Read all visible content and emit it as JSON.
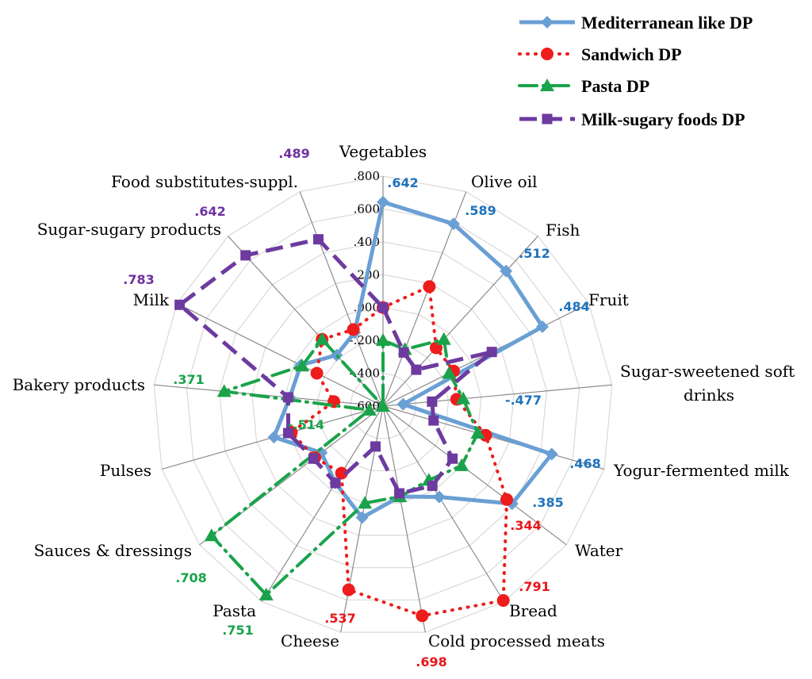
{
  "chart_data": {
    "type": "radar",
    "categories": [
      "Vegetables",
      "Olive oil",
      "Fish",
      "Fruit",
      [
        "Sugar-sweetened soft",
        "drinks"
      ],
      "Yogur-fermented milk",
      "Water",
      "Bread",
      "Cold processed meats",
      "Cheese",
      "Pasta",
      "Sauces & dressings",
      "Pulses",
      "Bakery products",
      "Milk",
      "Sugar-sugary products",
      "Food substitutes-suppl."
    ],
    "rlim": [
      -0.6,
      0.8
    ],
    "ticks": [
      ".800",
      ".600",
      ".400",
      ".200",
      ".000",
      "-.200",
      "-.400",
      "-.600"
    ],
    "tick_values": [
      0.8,
      0.6,
      0.4,
      0.2,
      0.0,
      -0.2,
      -0.4,
      -0.6
    ],
    "grid": true,
    "legend_position": "top-right",
    "series": [
      {
        "name": "Mediterranean like DP",
        "color": "#6a9fd4",
        "label_color": "#1f73bd",
        "marker": "diamond",
        "values": [
          0.642,
          0.589,
          0.512,
          0.484,
          -0.477,
          0.468,
          0.385,
          0.05,
          -0.04,
          0.09,
          -0.05,
          -0.13,
          0.09,
          -0.03,
          -0.04,
          -0.18,
          -0.12
        ]
      },
      {
        "name": "Sandwich DP",
        "color": "#ee1c1c",
        "label_color": "#e8161b",
        "marker": "circle",
        "values": [
          0.0,
          0.18,
          -0.12,
          -0.12,
          -0.15,
          0.05,
          0.344,
          0.791,
          0.698,
          0.537,
          -0.12,
          -0.08,
          -0.02,
          -0.3,
          -0.15,
          -0.05,
          -0.1
        ]
      },
      {
        "name": "Pasta DP",
        "color": "#1aa34a",
        "label_color": "#1aa34a",
        "marker": "triangle",
        "values": [
          -0.2,
          -0.23,
          -0.05,
          -0.15,
          -0.11,
          0.0,
          0.0,
          -0.07,
          -0.04,
          0.0,
          0.751,
          0.708,
          -0.514,
          0.371,
          -0.05,
          -0.05,
          -0.6
        ]
      },
      {
        "name": "Milk-sugary foods DP",
        "color": "#6d3aa0",
        "label_color": "#7030a0",
        "marker": "square",
        "values": [
          0.0,
          -0.25,
          -0.3,
          0.14,
          -0.3,
          -0.28,
          -0.07,
          -0.03,
          -0.06,
          -0.35,
          -0.05,
          -0.07,
          0.0,
          -0.02,
          0.783,
          0.642,
          0.489
        ]
      }
    ],
    "value_labels": [
      {
        "text": ".642",
        "series": 0
      },
      {
        "text": ".589",
        "series": 0
      },
      {
        "text": ".512",
        "series": 0
      },
      {
        "text": ".484",
        "series": 0
      },
      {
        "text": "-.477",
        "series": 0
      },
      {
        "text": ".468",
        "series": 0
      },
      {
        "text": ".385",
        "series": 0
      },
      {
        "text": ".344",
        "series": 1
      },
      {
        "text": ".791",
        "series": 1
      },
      {
        "text": ".698",
        "series": 1
      },
      {
        "text": ".537",
        "series": 1
      },
      {
        "text": ".751",
        "series": 2
      },
      {
        "text": ".708",
        "series": 2
      },
      {
        "text": "-.514",
        "series": 2
      },
      {
        "text": ".371",
        "series": 2
      },
      {
        "text": ".783",
        "series": 3
      },
      {
        "text": ".642",
        "series": 3
      },
      {
        "text": ".489",
        "series": 3
      }
    ]
  }
}
